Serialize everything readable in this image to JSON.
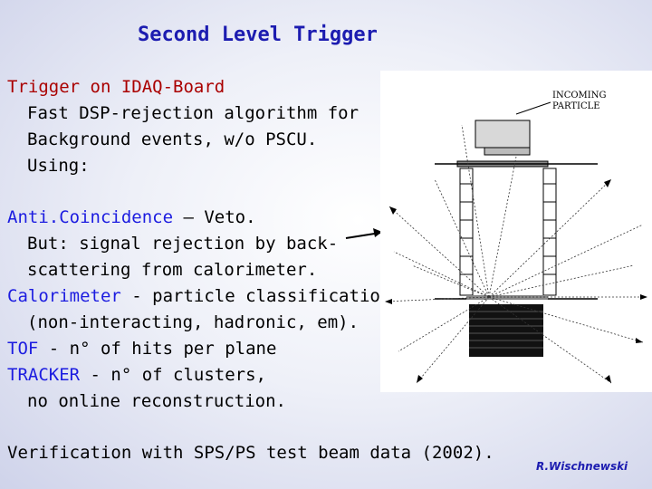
{
  "title": "Second Level Trigger",
  "lines": {
    "l1": "Trigger on IDAQ-Board",
    "l2": "Fast DSP-rejection algorithm for",
    "l3": "Background events, w/o PSCU.",
    "l4": "Using:",
    "l5a": "Anti.Coincidence",
    "l5b": " – Veto.",
    "l6": "But: signal rejection by back-",
    "l7": "scattering from calorimeter.",
    "l8a": "Calorimeter",
    "l8b": " - particle classification",
    "l9": "(non-interacting, hadronic, em).",
    "l10a": "TOF",
    "l10b": " - n° of hits per plane",
    "l11a": "TRACKER",
    "l11b": " - n° of clusters,",
    "l12": "no online reconstruction.",
    "l13": "Verification with SPS/PS test beam data (2002)."
  },
  "figure": {
    "label_line1": "INCOMING",
    "label_line2": "PARTICLE"
  },
  "credit": "R.Wischnewski",
  "colors": {
    "title": "#1c1cb0",
    "red": "#aa0000",
    "blue": "#1c1ce0"
  }
}
